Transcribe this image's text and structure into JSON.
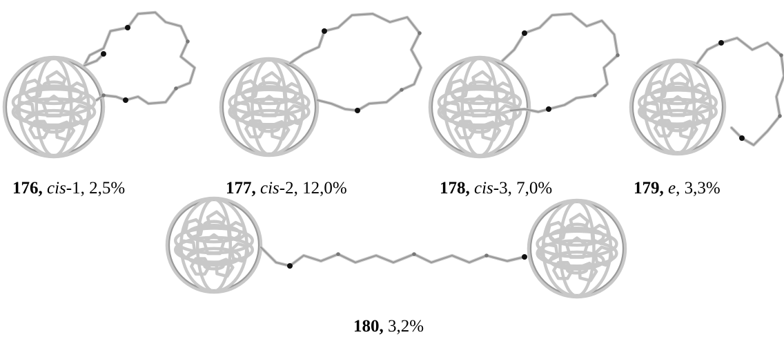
{
  "compounds": [
    {
      "id": "176",
      "sep": ",",
      "isomer": "cis",
      "isomer_suffix": "-1",
      "yield": "2,5%"
    },
    {
      "id": "177",
      "sep": ",",
      "isomer": "cis",
      "isomer_suffix": "-2",
      "yield": "12,0%"
    },
    {
      "id": "178",
      "sep": ",",
      "isomer": "cis",
      "isomer_suffix": "-3",
      "yield": "7,0%"
    },
    {
      "id": "179",
      "sep": ",",
      "isomer": "e",
      "isomer_suffix": "",
      "yield": "3,3%"
    },
    {
      "id": "180",
      "sep": ",",
      "isomer": "",
      "isomer_suffix": "",
      "yield": "3,2%"
    }
  ],
  "colors": {
    "bond": "#c8c8c8",
    "bond_shadow": "#9a9a9a",
    "nitrogen": "#111111",
    "oxygen": "#777777"
  }
}
